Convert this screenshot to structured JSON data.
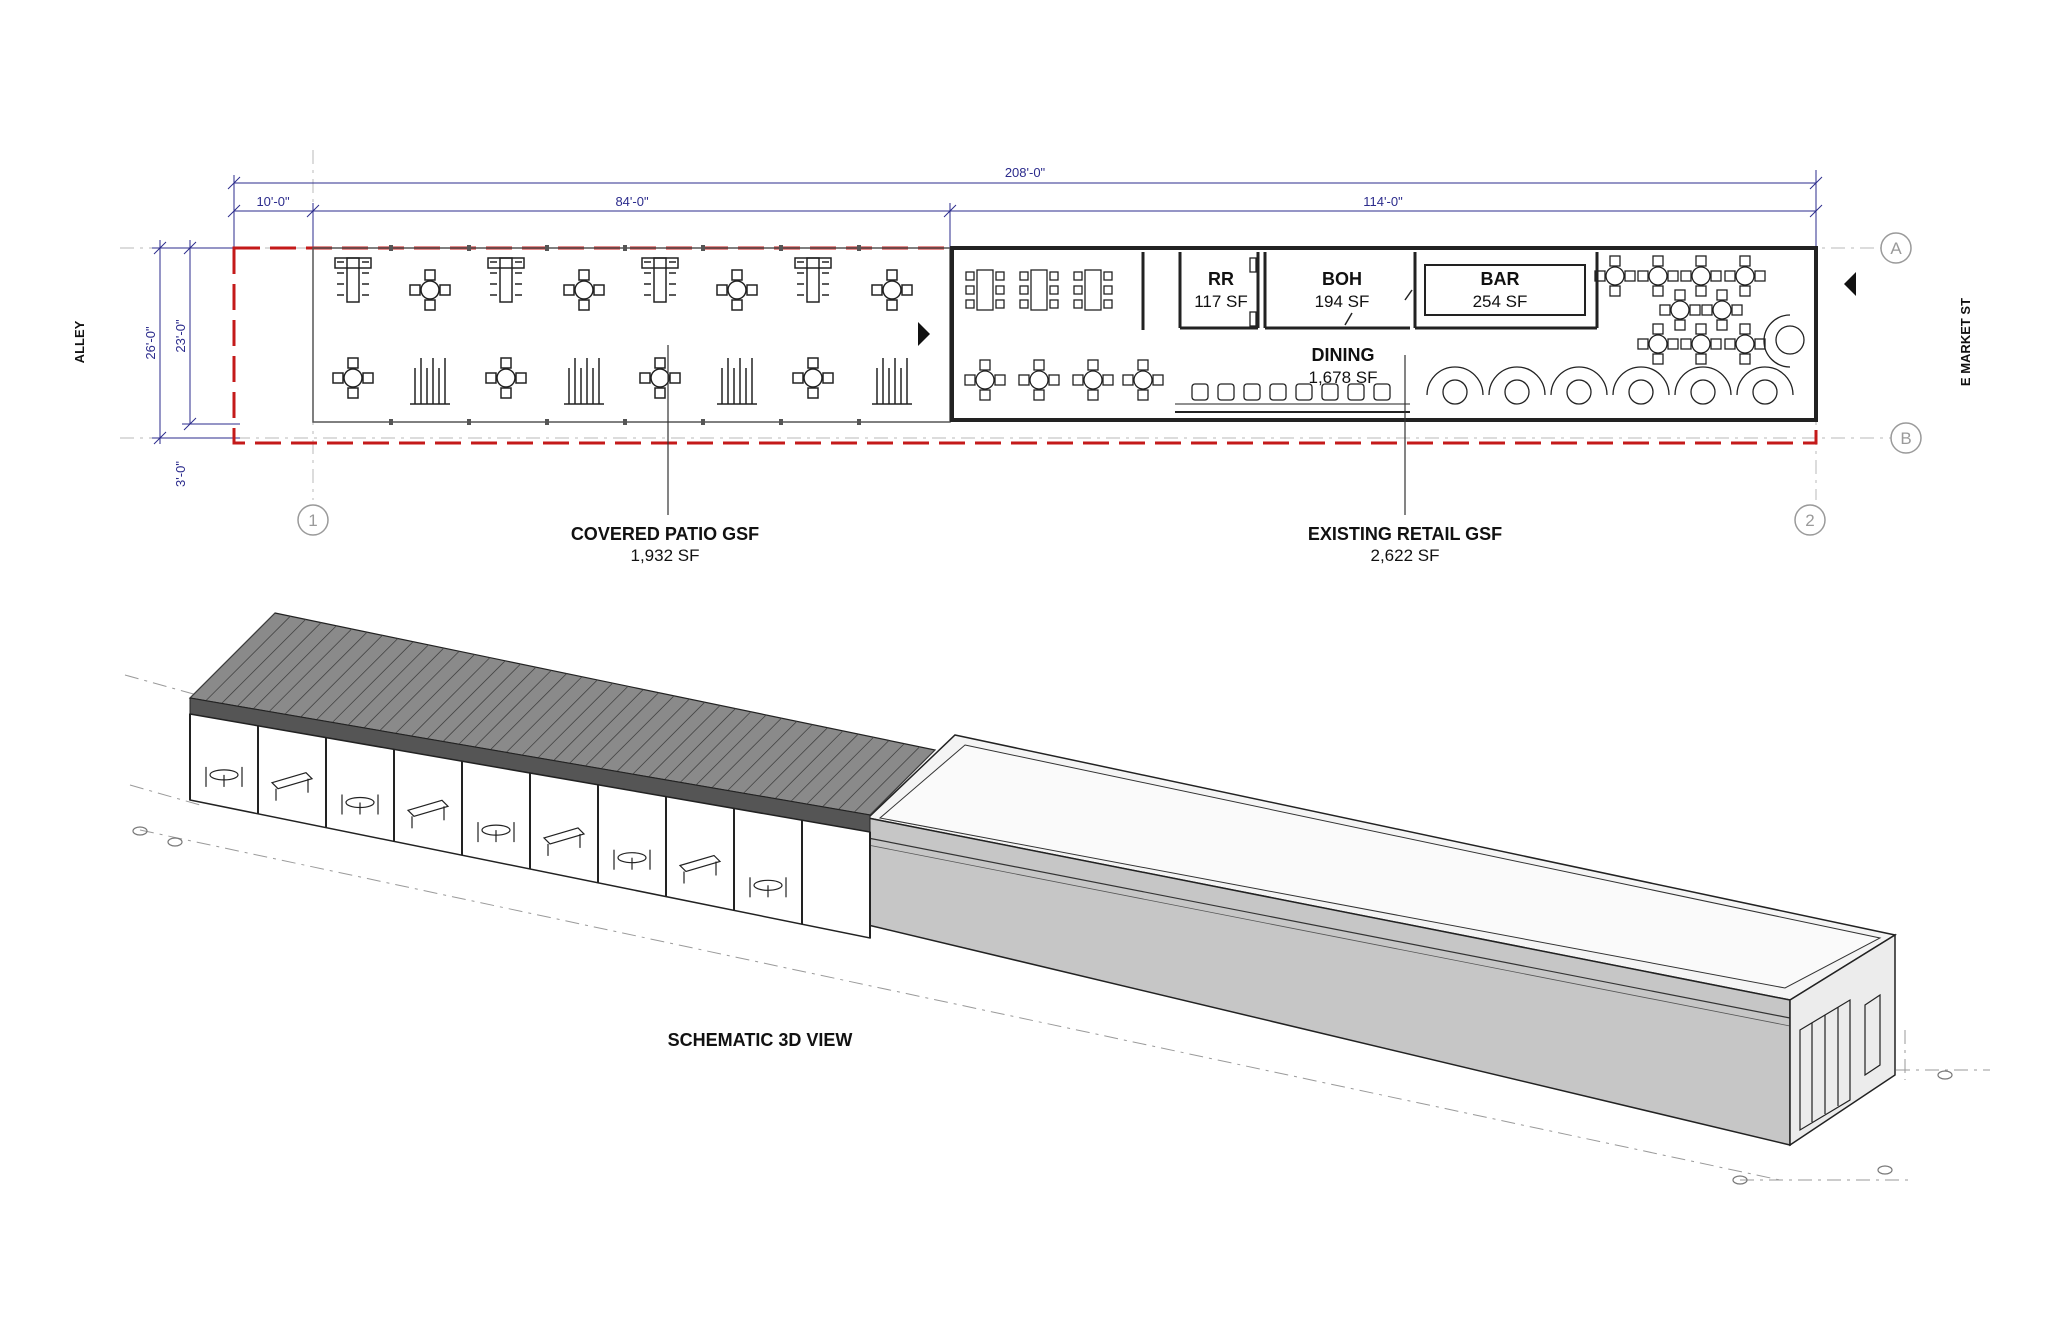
{
  "plan": {
    "dimensions": {
      "overall": "208'-0\"",
      "seg_alley": "10'-0\"",
      "seg_patio": "84'-0\"",
      "seg_retail": "114'-0\"",
      "height_total": "26'-0\"",
      "height_inner": "23'-0\"",
      "height_setback": "3'-0\""
    },
    "streets": {
      "left": "ALLEY",
      "right": "E MARKET ST"
    },
    "grid_marks": {
      "a": "A",
      "b": "B",
      "one": "1",
      "two": "2"
    },
    "rooms": [
      {
        "name": "RR",
        "area": "117 SF"
      },
      {
        "name": "BOH",
        "area": "194 SF"
      },
      {
        "name": "BAR",
        "area": "254 SF"
      },
      {
        "name": "DINING",
        "area": "1,678 SF"
      }
    ],
    "callouts": [
      {
        "title": "COVERED PATIO GSF",
        "area": "1,932 SF"
      },
      {
        "title": "EXISTING RETAIL GSF",
        "area": "2,622 SF"
      }
    ]
  },
  "view3d": {
    "caption": "SCHEMATIC 3D VIEW"
  },
  "colors": {
    "property_line": "#c41a1a",
    "dimension": "#2b2b8c",
    "grid": "#9a9a9a",
    "wall": "#222222",
    "facade": "#c7c7c7",
    "roof": "#f6f6f6"
  }
}
